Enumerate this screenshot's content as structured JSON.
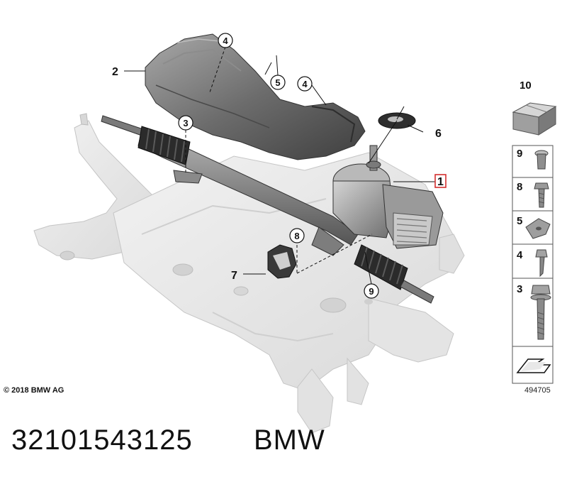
{
  "diagram": {
    "callouts": {
      "c1": "1",
      "c2": "2",
      "c3": "3",
      "c4a": "4",
      "c4b": "4",
      "c5": "5",
      "c6": "6",
      "c7": "7",
      "c8": "8",
      "c9": "9"
    },
    "side_panel": {
      "p10": "10",
      "p9": "9",
      "p8": "8",
      "p5": "5",
      "p4": "4",
      "p3": "3"
    },
    "image_id": "494705",
    "copyright": "© 2018 BMW AG"
  },
  "footer": {
    "part_number": "32101543125",
    "brand": "BMW"
  },
  "colors": {
    "subframe": "#e6e6e6",
    "heat_shield": "#6f6f6f",
    "rack": "#8a8a8a",
    "boot": "#2b2b2b",
    "highlight_box": "#d32f2f"
  }
}
